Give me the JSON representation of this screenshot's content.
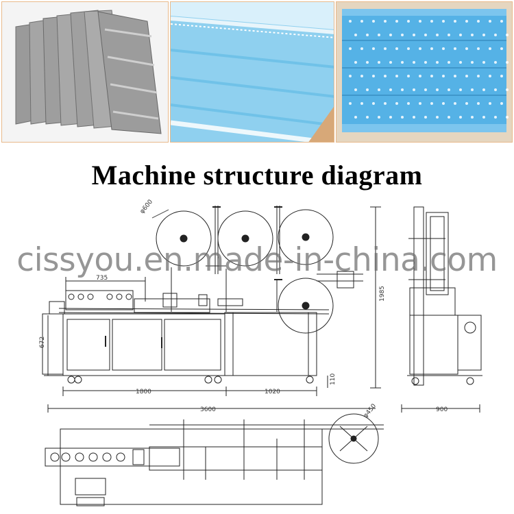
{
  "photos": [
    {
      "icon": "gray-masks-stack-photo",
      "bg": "#e9e9e9",
      "accent": "#8a8a8a"
    },
    {
      "icon": "blue-mask-closeup-photo",
      "bg": "#cfe9f6",
      "accent": "#5cb8e6"
    },
    {
      "icon": "blue-pattern-mask-photo",
      "bg": "#56b3e6",
      "accent": "#ffffff"
    }
  ],
  "photo_frame_color": "#e8b98a",
  "title": "Machine structure diagram",
  "watermark": "cissyou.en.made-in-china.com",
  "dimensions": {
    "roll_diameter_top": "φ600",
    "length_735": "735",
    "height_672": "672",
    "height_1985": "1985",
    "length_1800": "1800",
    "length_1020": "1020",
    "height_110": "110",
    "length_3600": "3600",
    "width_900": "900",
    "roll_diameter_plan": "φ450"
  }
}
